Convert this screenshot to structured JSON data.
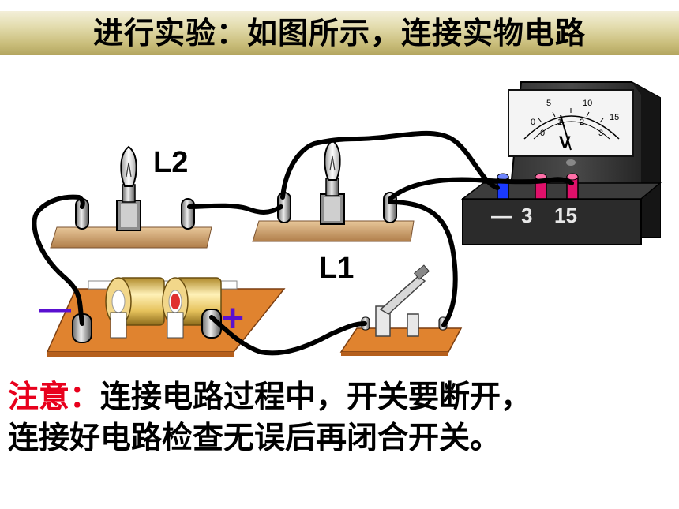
{
  "title": "进行实验：如图所示，连接实物电路",
  "labels": {
    "lamp1": "L1",
    "lamp2": "L2",
    "minus": "—",
    "plus": "+"
  },
  "meter": {
    "symbol": "V",
    "scale_outer": [
      "0",
      "5",
      "10",
      "15"
    ],
    "scale_inner": [
      "0",
      "1",
      "2",
      "3"
    ],
    "terminals": [
      "—",
      "3",
      "15"
    ]
  },
  "note": {
    "prefix": "注意：",
    "line1": "连接电路过程中，开关要断开，",
    "line2": "连接好电路检查无误后再闭合开关。"
  },
  "colors": {
    "accent_red": "#e8001c",
    "pole_purple": "#5a10d0",
    "board": "#e0832f"
  }
}
